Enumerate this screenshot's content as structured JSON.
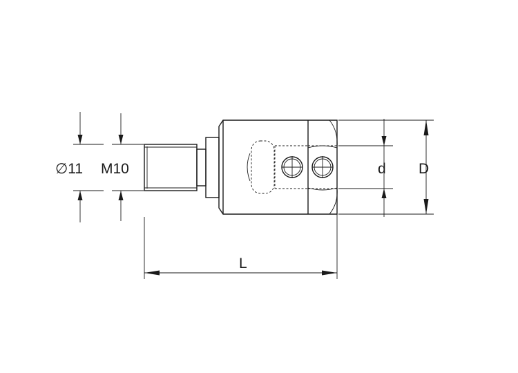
{
  "labels": {
    "dia_outer": "∅11",
    "thread": "M10",
    "length": "L",
    "bore_d": "d",
    "outer_D": "D"
  },
  "colors": {
    "line": "#1a1a1a",
    "background": "#ffffff"
  }
}
